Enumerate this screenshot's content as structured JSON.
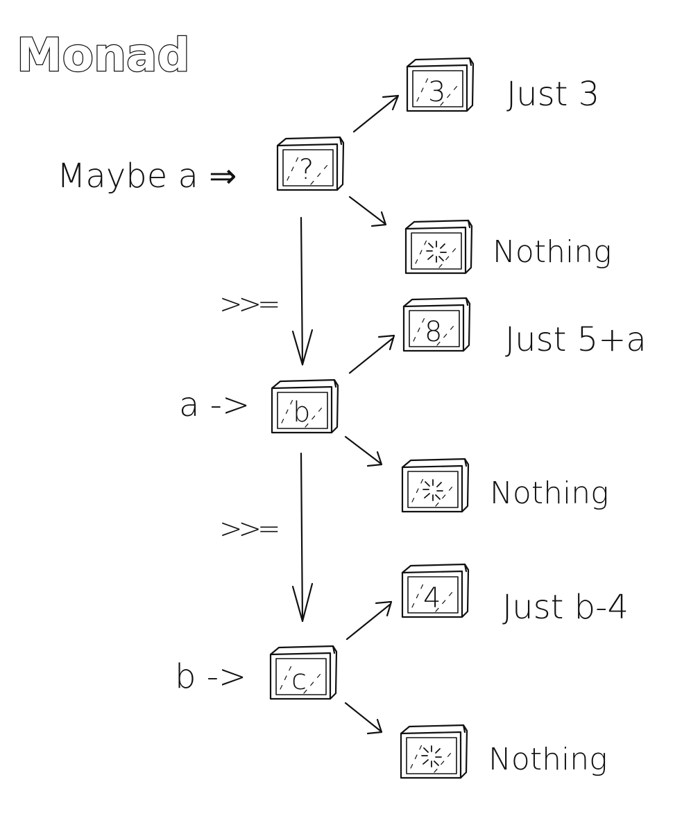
{
  "title": "Monad",
  "stages": [
    {
      "input_label": "Maybe a ⇒",
      "box_char": "?",
      "success": {
        "box_char": "3",
        "label": "Just 3"
      },
      "failure": {
        "label": "Nothing"
      }
    },
    {
      "input_label": "a ->",
      "box_char": "b",
      "success": {
        "box_char": "8",
        "label": "Just 5+a"
      },
      "failure": {
        "label": "Nothing"
      }
    },
    {
      "input_label": "b ->",
      "box_char": "c",
      "success": {
        "box_char": "4",
        "label": "Just b-4"
      },
      "failure": {
        "label": "Nothing"
      }
    }
  ],
  "bind_operators": [
    ">>=",
    ">>="
  ],
  "icons": {
    "box": "box-icon",
    "sparkle": "sparkle-icon",
    "arrow": "arrow-icon"
  }
}
